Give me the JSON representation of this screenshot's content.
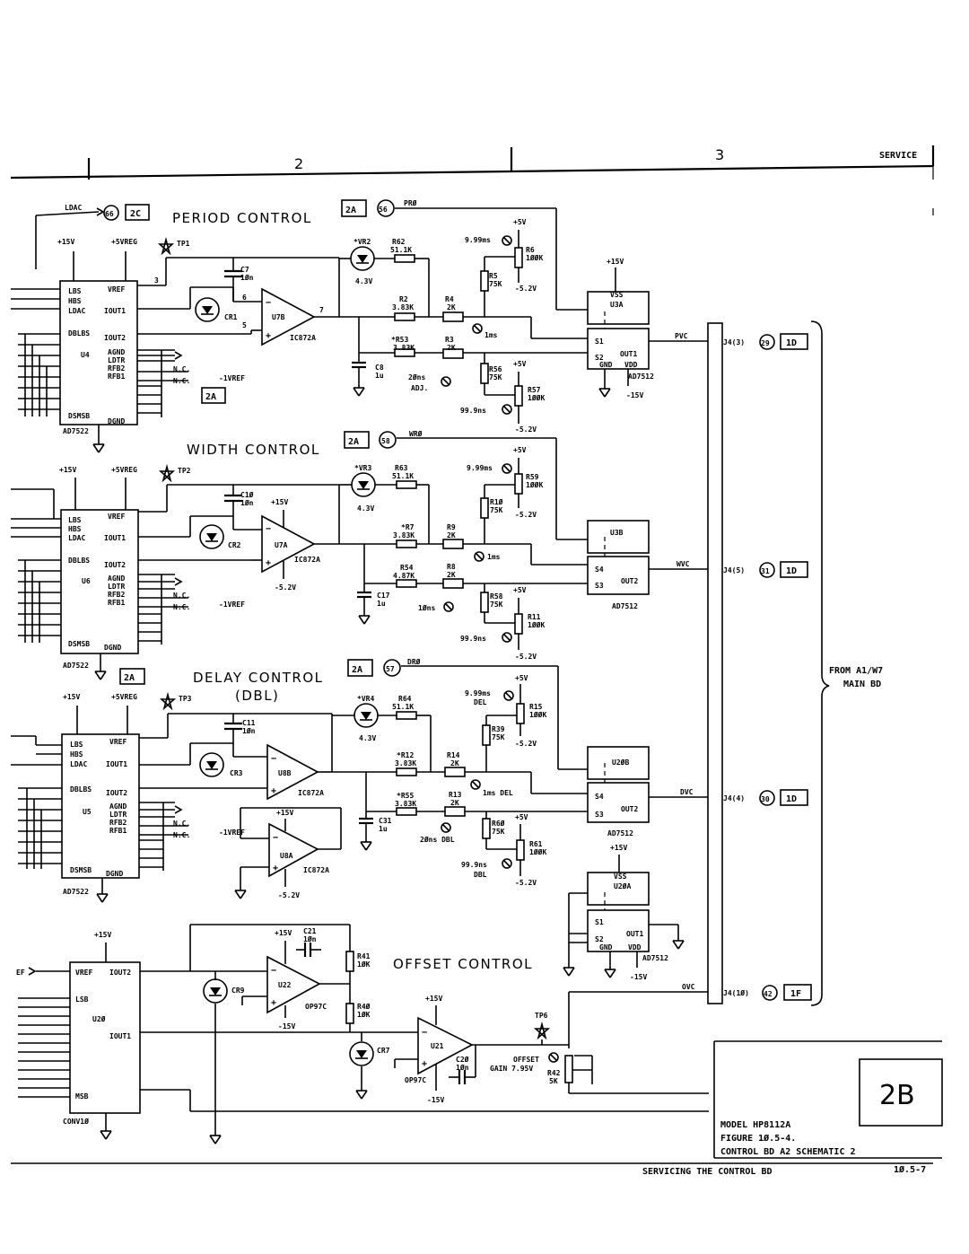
{
  "border": {
    "zone_2": "2",
    "zone_3": "3",
    "service": "SERVICE"
  },
  "period": {
    "title": "PERIOD CONTROL",
    "ldac": "LDAC",
    "ref_66": "66",
    "ref_2c": "2C",
    "ref_2a": "2A",
    "ref_56": "56",
    "net": "PRØ",
    "dac_label": "U4",
    "dac_part": "AD7522",
    "opamp": "U7B",
    "opamp_part": "IC872A",
    "cr": "CR1",
    "cap": "C7",
    "cap_val": "1Øn",
    "tp": "TP1",
    "vr": "*VR2",
    "vr_val": "4.3V",
    "r_top": "R62",
    "r_top_val": "51.1K",
    "r_mid": "R2",
    "r_mid_val": "3.83K",
    "r_low": "*R53",
    "r_low_val": "3.83K",
    "pot_a": "R4",
    "pot_a_val": "2K",
    "pot_b": "R3",
    "pot_b_val": "2K",
    "r5": "R5",
    "r5_val": "75K",
    "r6": "R6",
    "r6_val": "1ØØK",
    "r56": "R56",
    "r56_val": "75K",
    "r57": "R57",
    "r57_val": "1ØØK",
    "c8": "C8",
    "c8_val": "1u",
    "adj_a": "9.99ms",
    "adj_b": "1ms",
    "adj_c": "2Øns",
    "adj_c2": "ADJ.",
    "adj_d": "99.9ns",
    "switch": "U3A",
    "switch_part": "AD7512",
    "out": "PVC",
    "j": "J4(3)",
    "ref_29": "29",
    "ref_1d": "1D",
    "vref_note": "-1VREF",
    "nc": "N.C.",
    "pin3": "3",
    "pin6": "6",
    "pin7": "7",
    "pin5": "5"
  },
  "width": {
    "title": "WIDTH CONTROL",
    "ref_2a": "2A",
    "ref_58": "58",
    "net": "WRØ",
    "dac_label": "U6",
    "dac_part": "AD7522",
    "opamp": "U7A",
    "opamp_part": "IC872A",
    "cr": "CR2",
    "cap": "C1Ø",
    "cap_val": "1Øn",
    "tp": "TP2",
    "vr": "*VR3",
    "vr_val": "4.3V",
    "r_top": "R63",
    "r_top_val": "51.1K",
    "r_mid": "*R7",
    "r_mid_val": "3.83K",
    "r_low": "R54",
    "r_low_val": "4.87K",
    "pot_a": "R9",
    "pot_a_val": "2K",
    "pot_b": "R8",
    "pot_b_val": "2K",
    "r5": "R1Ø",
    "r5_val": "75K",
    "r6": "R59",
    "r6_val": "1ØØK",
    "r56": "R58",
    "r56_val": "75K",
    "r57": "R11",
    "r57_val": "1ØØK",
    "c8": "C17",
    "c8_val": "1u",
    "adj_a": "9.99ms",
    "adj_b": "1ms",
    "adj_c": "1Øns",
    "adj_d": "99.9ns",
    "switch": "U3B",
    "switch_part": "AD7512",
    "out": "WVC",
    "j": "J4(5)",
    "ref_31": "31",
    "ref_1d": "1D",
    "ref_2a_low": "2A",
    "vref_note": "-1VREF",
    "nc": "N.C."
  },
  "delay": {
    "title": "DELAY CONTROL",
    "subtitle": "(DBL)",
    "ref_2a": "2A",
    "ref_57": "57",
    "net": "DRØ",
    "dac_label": "U5",
    "dac_part": "AD7522",
    "opamp": "U8B",
    "opamp_part": "IC872A",
    "opamp2": "U8A",
    "cr": "CR3",
    "cap": "C11",
    "cap_val": "1Øn",
    "tp": "TP3",
    "vr": "*VR4",
    "vr_val": "4.3V",
    "r_top": "R64",
    "r_top_val": "51.1K",
    "r_mid": "*R12",
    "r_mid_val": "3.83K",
    "r_low": "*R55",
    "r_low_val": "3.83K",
    "pot_a": "R14",
    "pot_a_val": "2K",
    "pot_b": "R13",
    "pot_b_val": "2K",
    "r5": "R39",
    "r5_val": "75K",
    "r6": "R15",
    "r6_val": "1ØØK",
    "r56": "R6Ø",
    "r56_val": "75K",
    "r57": "R61",
    "r57_val": "1ØØK",
    "c8": "C31",
    "c8_val": "1u",
    "adj_a": "9.99ms",
    "adj_a2": "DEL",
    "adj_b": "1ms DEL",
    "adj_c": "2Øns DBL",
    "adj_d": "99.9ns",
    "adj_d2": "DBL",
    "switch": "U2ØB",
    "switch2": "U2ØA",
    "switch_part": "AD7512",
    "out": "DVC",
    "j": "J4(4)",
    "ref_30": "30",
    "ref_1d": "1D",
    "vref_note": "-1VREF",
    "nc": "N.C."
  },
  "offset": {
    "title": "OFFSET CONTROL",
    "dac_label": "U2Ø",
    "dac_part": "CONV1Ø",
    "opamp_a": "U22",
    "opamp_b": "U21",
    "opamp_part": "OP97C",
    "cr_a": "CR9",
    "cr_b": "CR7",
    "c21": "C21",
    "c21_val": "1Øn",
    "c20": "C2Ø",
    "c20_val": "1Øn",
    "r41": "R41",
    "r41_val": "1ØK",
    "r40": "R4Ø",
    "r40_val": "1ØK",
    "r42": "R42",
    "r42_val": "5K",
    "tp": "TP6",
    "gain_a": "OFFSET",
    "gain_b": "GAIN 7.95V",
    "out": "OVC",
    "j": "J4(1Ø)",
    "ref_42": "42",
    "ref_1f": "1F",
    "ef": "EF",
    "pin_vref": "VREF",
    "pin_iout2": "IOUT2",
    "pin_iout1": "IOUT1",
    "pin_lsb": "LSB",
    "pin_msb": "MSB"
  },
  "supplies": {
    "p15": "+15V",
    "p5reg": "+5VREG",
    "p5": "+5V",
    "m52": "-5.2V",
    "m15": "-15V"
  },
  "pins": {
    "lbs": "LBS",
    "hbs": "HBS",
    "ldac": "LDAC",
    "dblbs": "DBLBS",
    "iout1": "IOUT1",
    "iout2": "IOUT2",
    "vref": "VREF",
    "agnd": "AGND",
    "ldtr": "LDTR",
    "rfb2": "RFB2",
    "rfb1": "RFB1",
    "dsmsb": "DSMSB",
    "dgnd": "DGND",
    "vss": "VSS",
    "vdd": "VDD",
    "gnd": "GND",
    "s1": "S1",
    "s2": "S2",
    "s3": "S3",
    "s4": "S4",
    "out1": "OUT1",
    "out2": "OUT2"
  },
  "from": {
    "line1": "FROM A1/W7",
    "line2": "MAIN BD"
  },
  "title_block": {
    "sheet": "2B",
    "model": "MODEL HP8112A",
    "figure": "FIGURE 1Ø.5-4.",
    "caption": "CONTROL BD A2 SCHEMATIC 2"
  },
  "footer": {
    "text": "SERVICING THE CONTROL BD",
    "page": "1Ø.5-7"
  }
}
